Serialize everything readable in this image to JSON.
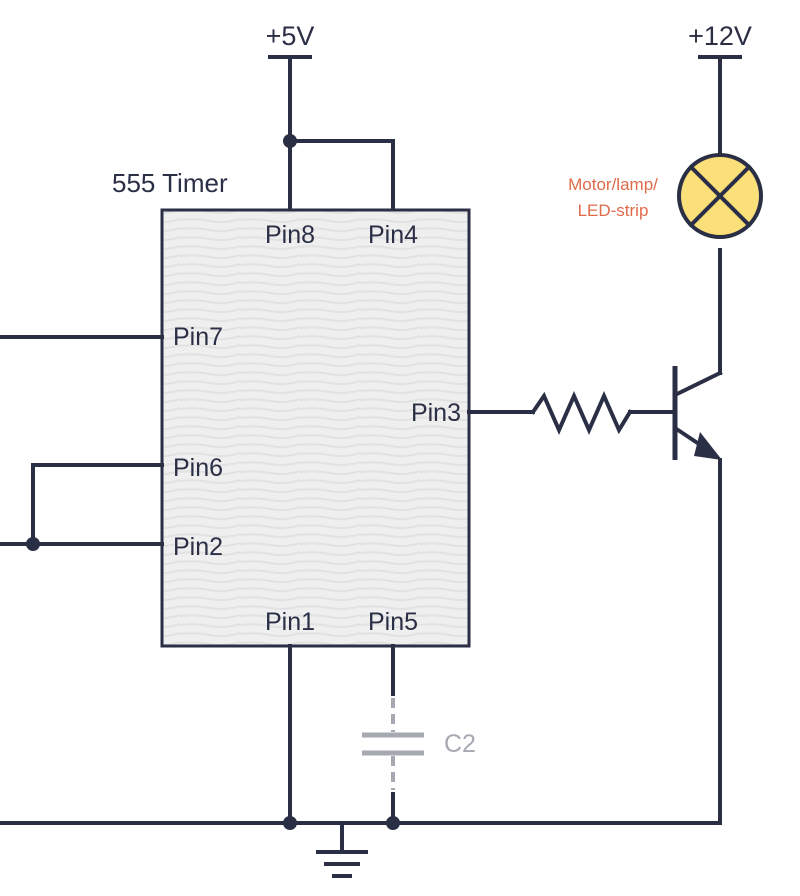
{
  "chip": {
    "title": "555 Timer",
    "pins": {
      "pin8": "Pin8",
      "pin4": "Pin4",
      "pin7": "Pin7",
      "pin6": "Pin6",
      "pin3": "Pin3",
      "pin2": "Pin2",
      "pin1": "Pin1",
      "pin5": "Pin5"
    }
  },
  "rails": {
    "v5": "+5V",
    "v12": "+12V"
  },
  "load": {
    "line1": "Motor/lamp/",
    "line2": "LED-strip"
  },
  "capacitor": {
    "label": "C2"
  },
  "colors": {
    "wire": "#2a2f45",
    "chip_fill": "#eeeeee",
    "lamp_fill": "#fbe07a",
    "load_label": "#e06b4a",
    "capacitor": "#a6a9b2"
  }
}
